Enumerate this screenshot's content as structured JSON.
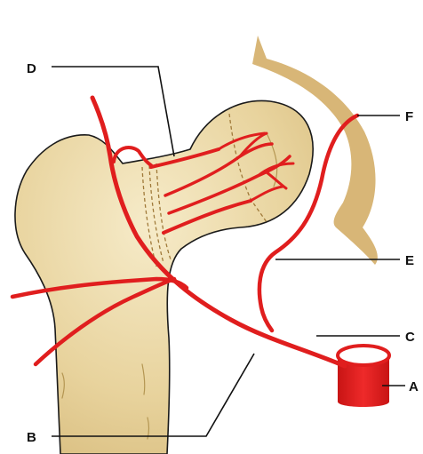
{
  "diagram": {
    "labels": {
      "A": "A",
      "B": "B",
      "C": "C",
      "D": "D",
      "E": "E",
      "F": "F"
    }
  },
  "colors": {
    "artery": "#e01e1e",
    "bone_fill": "#e3cd95",
    "bone_highlight": "#f4e7c2",
    "acetabulum_fill": "#dab87a",
    "outline": "#1a1a1a",
    "background": "#ffffff"
  }
}
